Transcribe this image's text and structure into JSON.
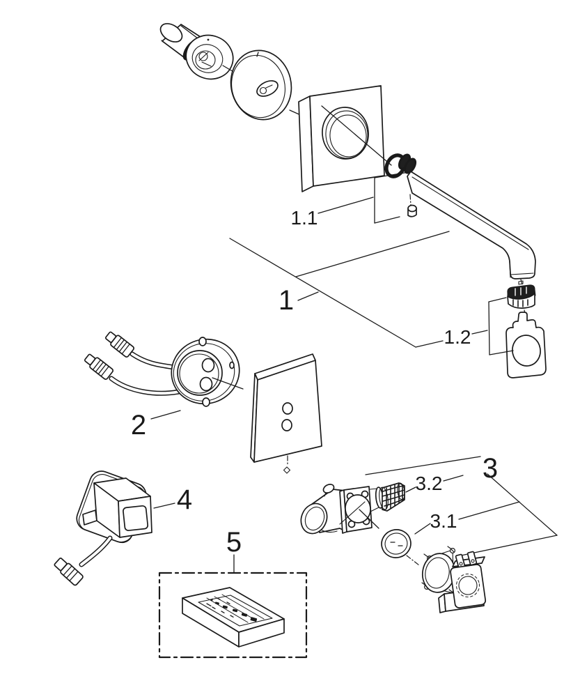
{
  "diagram": {
    "labels": {
      "n1": "1",
      "n1_1": "1.1",
      "n1_2": "1.2",
      "n2": "2",
      "n3": "3",
      "n3_1": "3.1",
      "n3_2": "3.2",
      "n4": "4",
      "n5": "5"
    },
    "line_color": "#1a1a1a",
    "background_color": "#ffffff"
  }
}
